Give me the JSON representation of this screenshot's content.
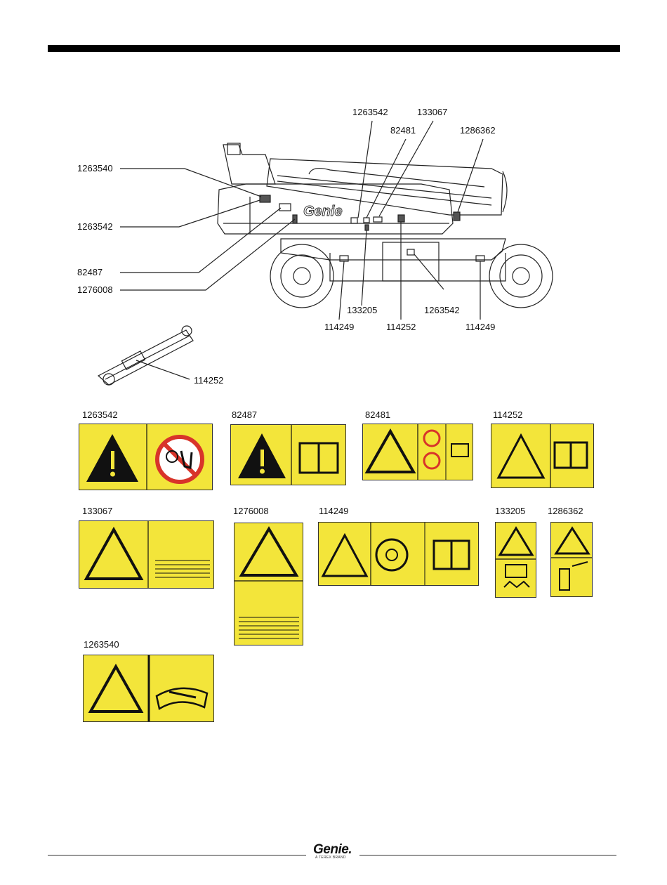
{
  "callouts": {
    "c1263542_top": "1263542",
    "c133067": "133067",
    "c82481": "82481",
    "c1286362": "1286362",
    "c1263540": "1263540",
    "c1263542_left": "1263542",
    "c82487": "82487",
    "c1276008": "1276008",
    "c133205": "133205",
    "c114249_a": "114249",
    "c114252": "114252",
    "c1263542_bottom": "1263542",
    "c114249_b": "114249",
    "c114252_cyl": "114252"
  },
  "machine": {
    "brand_text": "Genie"
  },
  "decals": {
    "d1263542": "1263542",
    "d82487": "82487",
    "d82481": "82481",
    "d114252": "114252",
    "d133067": "133067",
    "d1276008": "1276008",
    "d114249": "114249",
    "d133205": "133205",
    "d1286362": "1286362",
    "d1263540": "1263540"
  },
  "footer": {
    "logo": "Genie.",
    "tagline": "A TEREX BRAND"
  },
  "colors": {
    "decal_yellow": "#f3e53a",
    "stop_red": "#d8342a",
    "ink": "#111111"
  }
}
